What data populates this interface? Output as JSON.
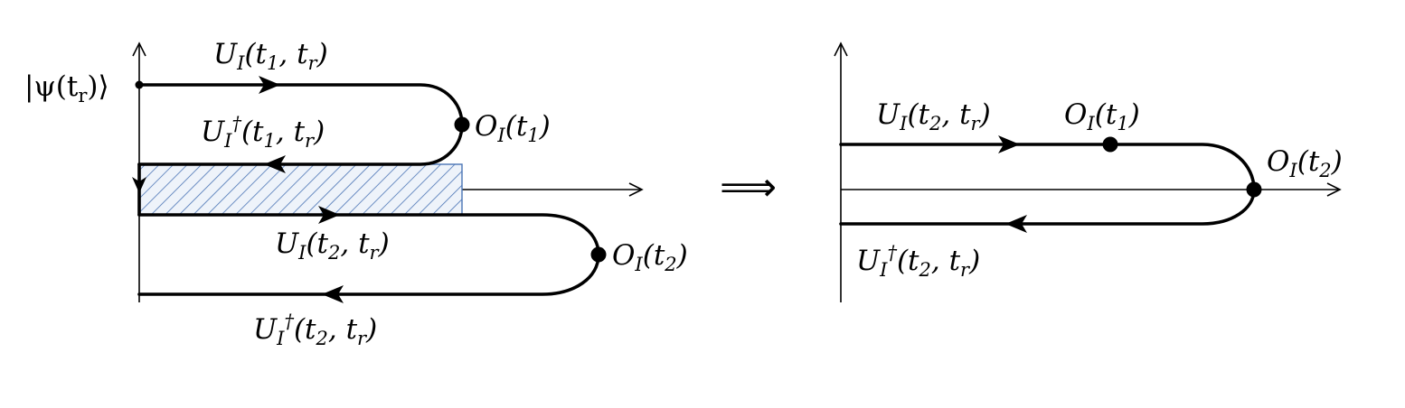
{
  "left": {
    "state_label": "|ψ(t_r)⟩",
    "branch_U_t1": "U_I(t_1, t_r)",
    "branch_Udag_t1": "U_I^†(t_1, t_r)",
    "branch_U_t2": "U_I(t_2, t_r)",
    "branch_Udag_t2": "U_I^†(t_2, t_r)",
    "operator_t1": "O_I(t_1)",
    "operator_t2": "O_I(t_2)"
  },
  "implies_symbol": "⟹",
  "right": {
    "branch_U_t2": "U_I(t_2, t_r)",
    "branch_Udag_t2": "U_I^†(t_2, t_r)",
    "operator_t1": "O_I(t_1)",
    "operator_t2": "O_I(t_2)"
  },
  "colors": {
    "contour": "#000000",
    "hatch": "#4a74b5",
    "hatch_fill": "#dce6f3"
  }
}
